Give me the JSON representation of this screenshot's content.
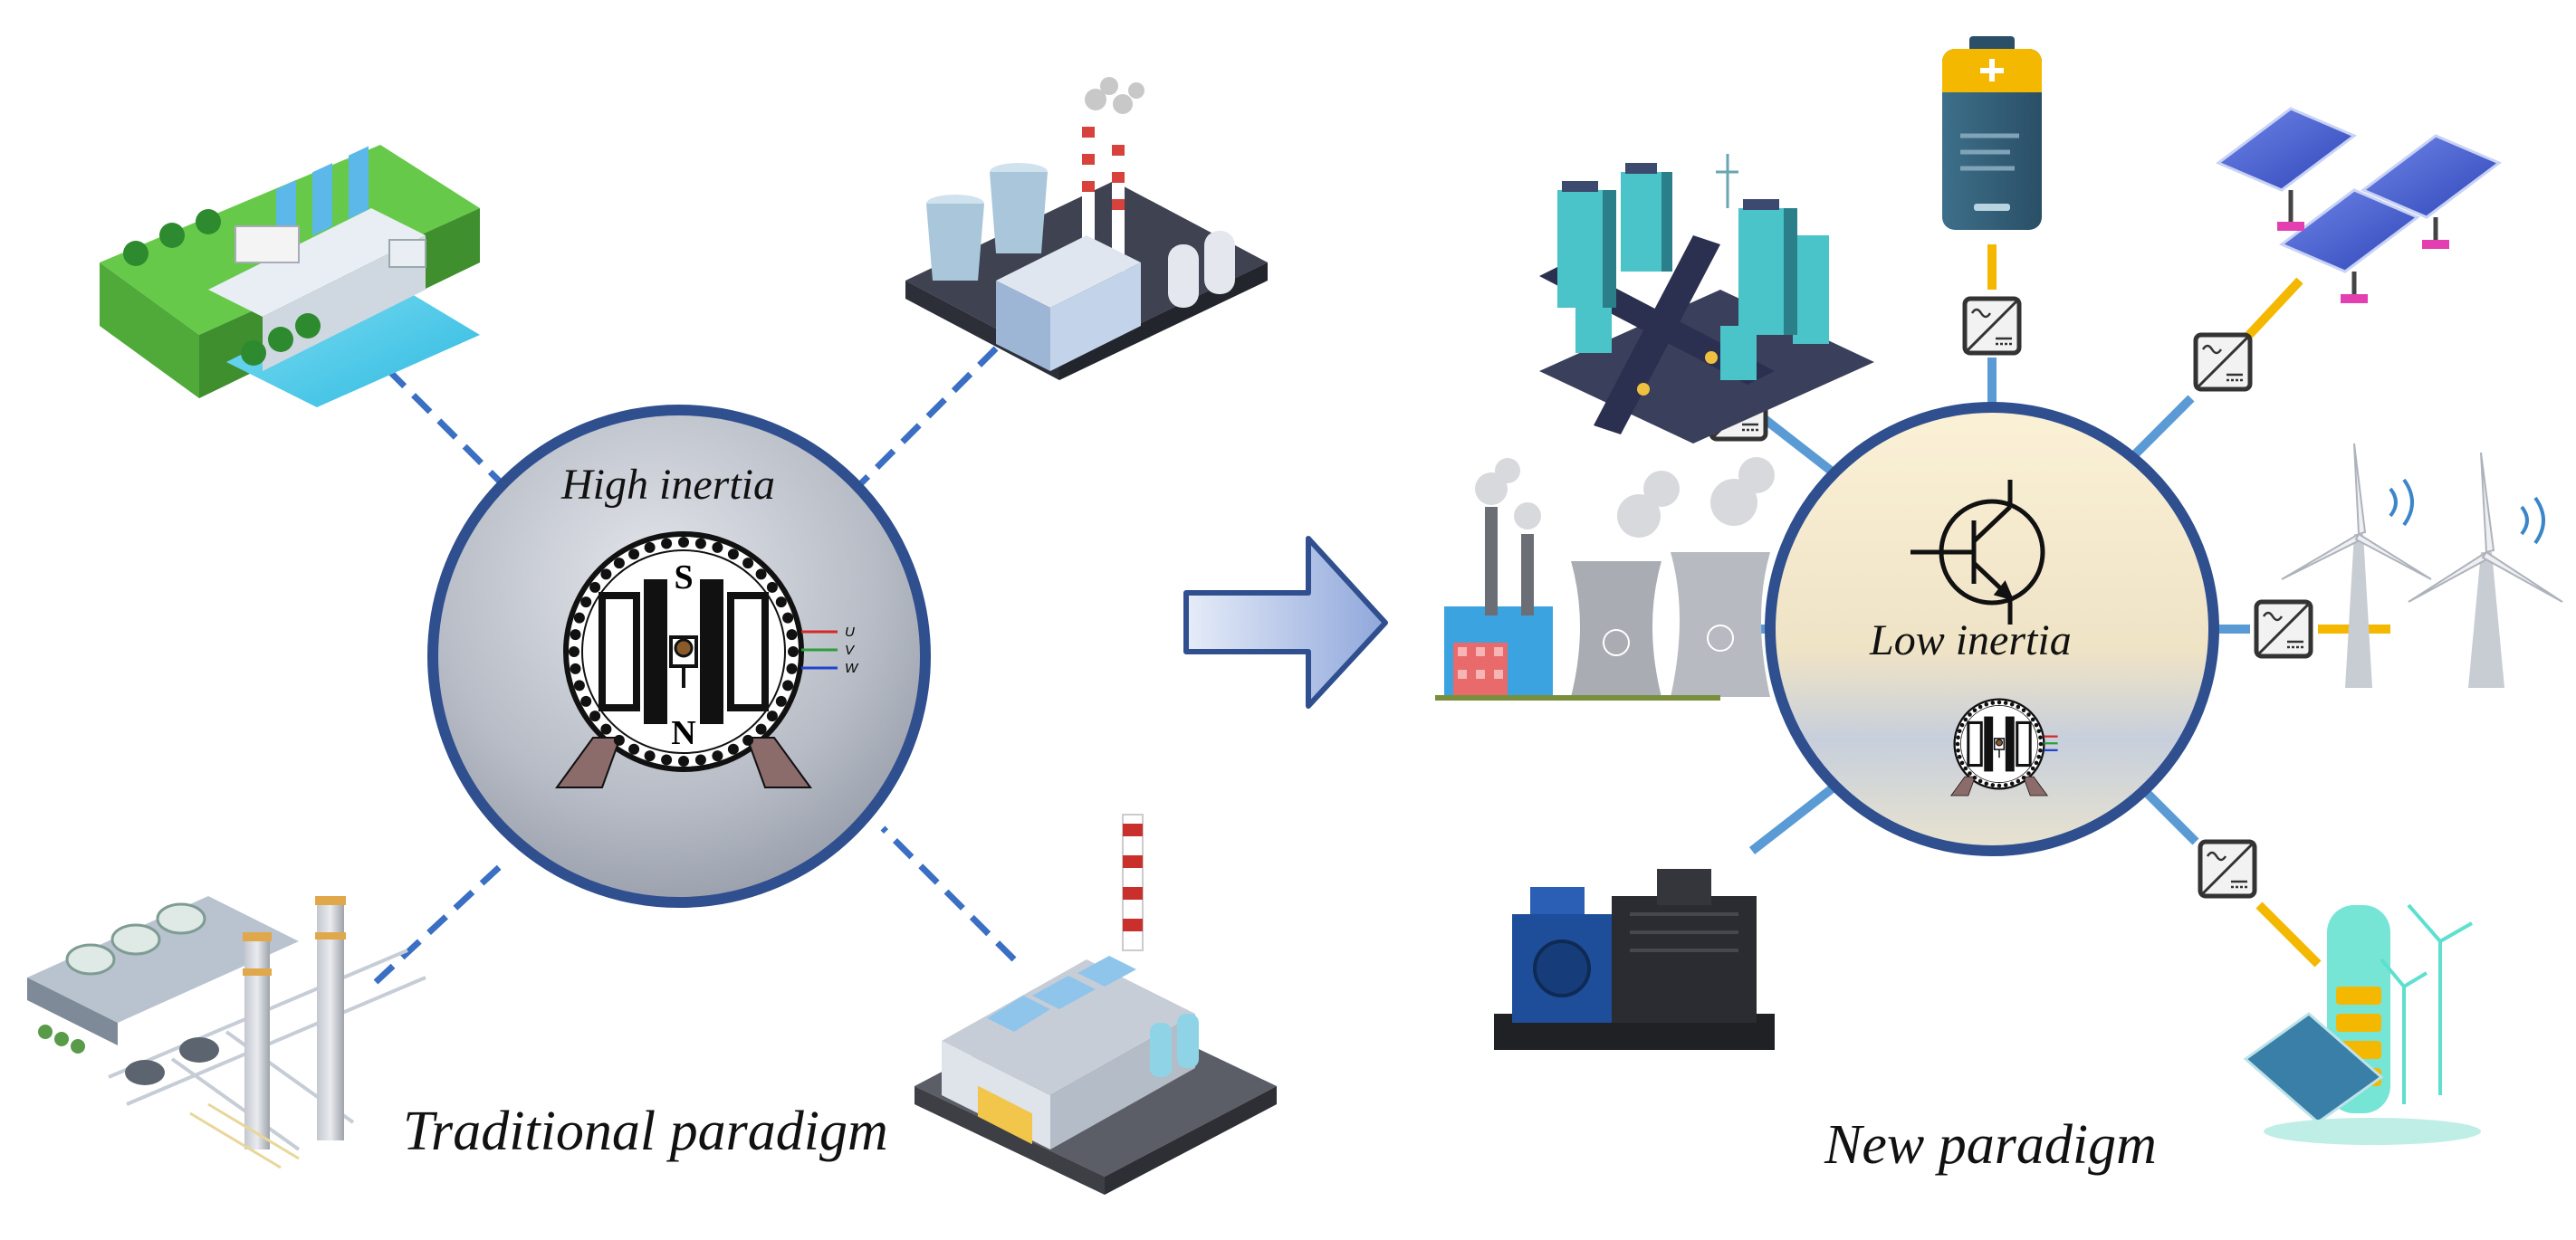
{
  "traditional": {
    "caption": "Traditional paradigm",
    "hub_label": "High inertia",
    "pole_north": "N",
    "pole_south": "S",
    "phases": [
      "U",
      "V",
      "W"
    ],
    "sources": [
      "hydro-dam",
      "thermal-power-plant",
      "substation",
      "industrial-factory"
    ]
  },
  "new": {
    "caption": "New paradigm",
    "hub_label": "Low inertia",
    "sources": [
      "smart-city",
      "battery",
      "solar-panels",
      "wind-turbines",
      "hybrid-storage",
      "diesel-generator",
      "nuclear-coal-plant"
    ]
  },
  "colors": {
    "hub_border": "#2f4f8f",
    "traditional_hub_fill": "#9aa0ab",
    "new_hub_fill": "#f5ecd2",
    "dashed_link": "#3a6fc4",
    "blue_link": "#5b9bd5",
    "dc_link": "#f5b800",
    "arrow_fill": "#a9bde6",
    "arrow_stroke": "#2f4f8f"
  }
}
